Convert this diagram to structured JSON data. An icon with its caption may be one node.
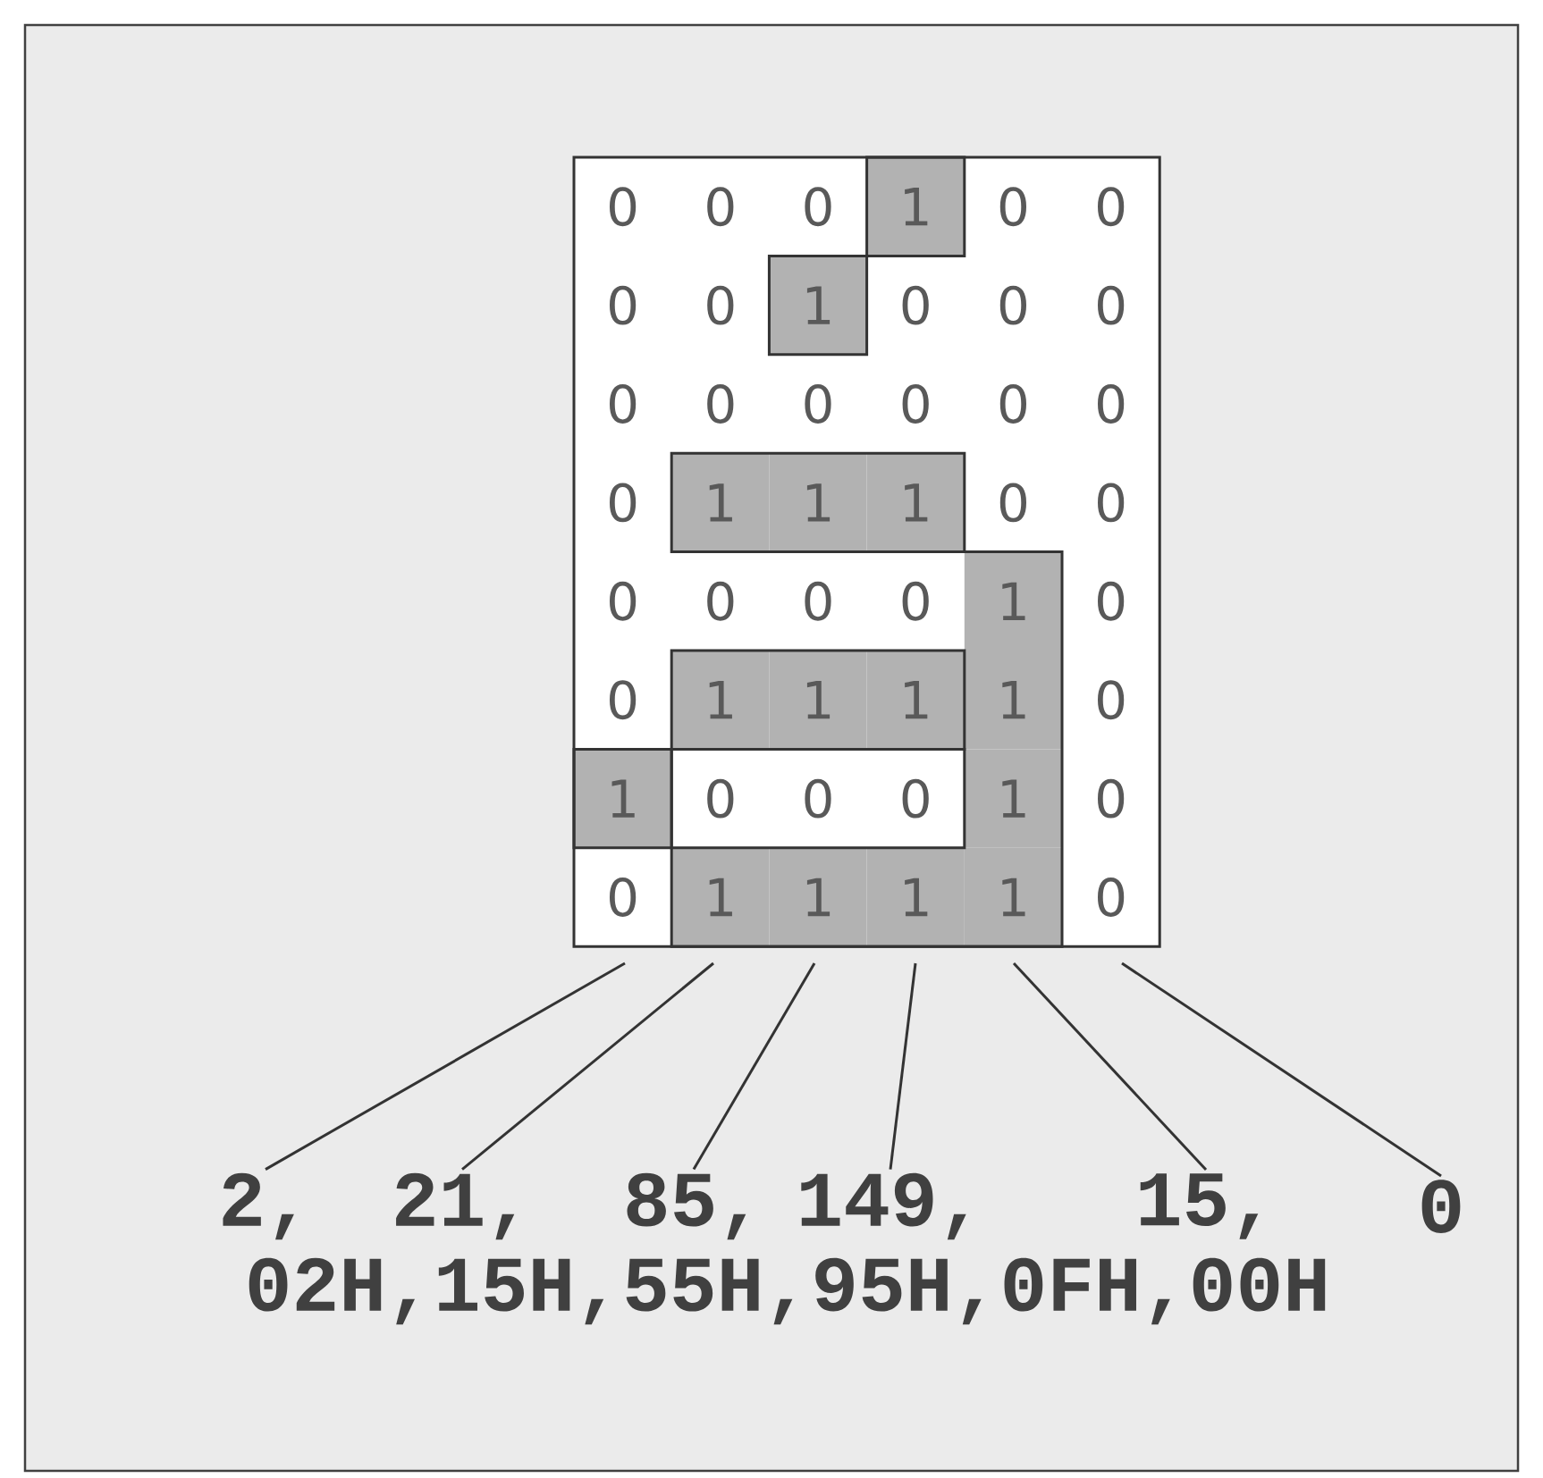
{
  "diagram": {
    "nodes": [
      {
        "text": [
          "2,"
        ]
      },
      {
        "text": [
          "21,"
        ]
      },
      {
        "text": [
          "85,"
        ]
      },
      {
        "text": [
          "149,"
        ]
      },
      {
        "text": [
          "15,"
        ]
      },
      {
        "text": [
          "0"
        ]
      }
    ],
    "edges": [
      {
        "from": 0,
        "to": null,
        "arrow": "none"
      },
      {
        "from": 1,
        "to": null,
        "arrow": "none"
      },
      {
        "from": 2,
        "to": null,
        "arrow": "none"
      },
      {
        "from": 3,
        "to": null,
        "arrow": "none"
      },
      {
        "from": 4,
        "to": null,
        "arrow": "none"
      },
      {
        "from": 5,
        "to": null,
        "arrow": "none"
      }
    ],
    "labels": [
      "0",
      "0",
      "0",
      "1",
      "0",
      "0",
      "0",
      "0",
      "1",
      "0",
      "0",
      "0",
      "0",
      "0",
      "0",
      "0",
      "0",
      "0",
      "0",
      "1",
      "1",
      "1",
      "0",
      "0",
      "0",
      "0",
      "0",
      "0",
      "1",
      "0",
      "0",
      "1",
      "1",
      "1",
      "1",
      "0",
      "1",
      "0",
      "0",
      "0",
      "1",
      "0",
      "0",
      "1",
      "1",
      "1",
      "1",
      "0",
      "02H,15H,55H,95H,0FH,00H"
    ]
  }
}
